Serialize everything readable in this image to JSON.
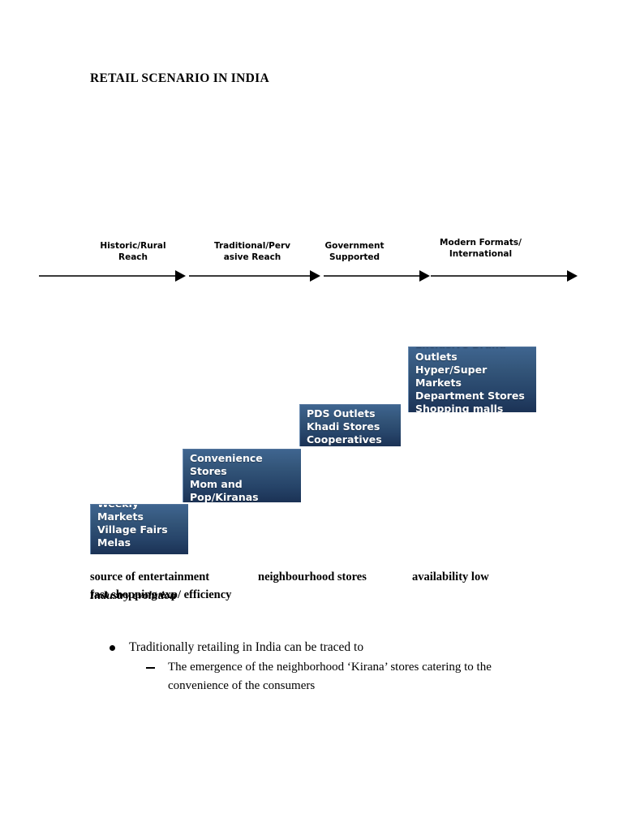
{
  "document": {
    "title": "RETAIL SCENARIO IN INDIA"
  },
  "timeline": {
    "stages": [
      {
        "label": "Historic/Rural\nReach"
      },
      {
        "label": "Traditional/Perv\nasive Reach"
      },
      {
        "label": "Government\nSupported"
      },
      {
        "label": "Modern Formats/\nInternational"
      }
    ],
    "arrows": [
      {
        "name": "arrow-stage-1"
      },
      {
        "name": "arrow-stage-2"
      },
      {
        "name": "arrow-stage-3"
      },
      {
        "name": "arrow-stage-4"
      }
    ]
  },
  "format_boxes": [
    {
      "name": "box-historic-rural",
      "text": "Weekly\nMarkets\nVillage Fairs\nMelas"
    },
    {
      "name": "box-traditional",
      "text": "Convenience\nStores\nMom and\nPop/Kiranas"
    },
    {
      "name": "box-government",
      "text": "PDS Outlets\nKhadi Stores\nCooperatives"
    },
    {
      "name": "box-modern",
      "text": "Exclusive Brand\nOutlets\nHyper/Super\nMarkets\nDepartment Stores\nShopping malls"
    }
  ],
  "captions": {
    "source_of_entertainment": "source of entertainment",
    "neighbourhood_stores": "neighbourhood stores",
    "availability_low": "availability low",
    "fast_shopping": "fast shopping exp/ efficiency",
    "industry_evolution": "Industry evolution"
  },
  "bullets": {
    "level1": "Traditionally retailing in India can be traced to",
    "level2": "The emergence of the neighborhood ‘Kirana’ stores catering to the convenience of the consumers"
  },
  "colors": {
    "box_gradient_top": "#3f6590",
    "box_gradient_bottom": "#1b3255",
    "box_border": "#6e8fb4",
    "arrow": "#000000",
    "text": "#000000",
    "page_background": "#ffffff"
  }
}
